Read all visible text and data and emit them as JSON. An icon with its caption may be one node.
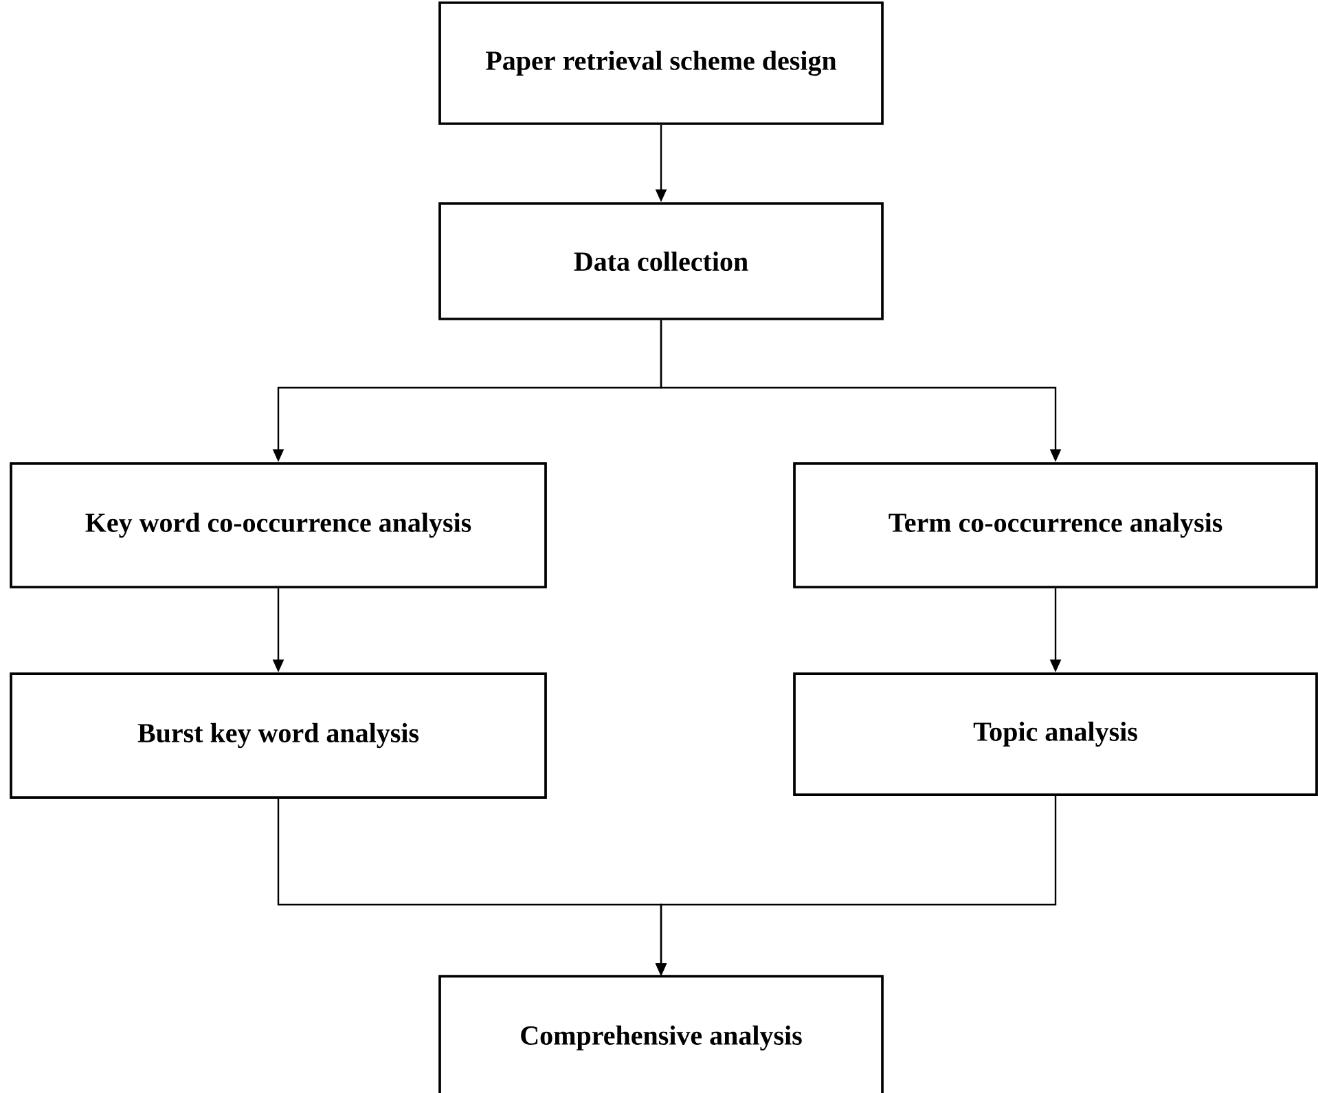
{
  "diagram": {
    "nodes": [
      {
        "text": [
          "Paper retrieval scheme design"
        ]
      },
      {
        "text": [
          "Data collection"
        ]
      },
      {
        "text": [
          "Key word co-occurrence analysis"
        ]
      },
      {
        "text": [
          "Term co-occurrence analysis"
        ]
      },
      {
        "text": [
          "Burst key word  analysis"
        ]
      },
      {
        "text": [
          "Topic analysis"
        ]
      },
      {
        "text": [
          "Comprehensive analysis"
        ]
      }
    ],
    "edges": [
      {
        "from": 0,
        "to": 1,
        "arrow": "to"
      },
      {
        "from": 1,
        "to": 2,
        "arrow": "to"
      },
      {
        "from": 1,
        "to": 3,
        "arrow": "to"
      },
      {
        "from": 2,
        "to": 4,
        "arrow": "to"
      },
      {
        "from": 3,
        "to": 5,
        "arrow": "to"
      },
      {
        "from": 4,
        "to": 6,
        "arrow": "to"
      },
      {
        "from": 5,
        "to": 6,
        "arrow": "to"
      }
    ]
  }
}
